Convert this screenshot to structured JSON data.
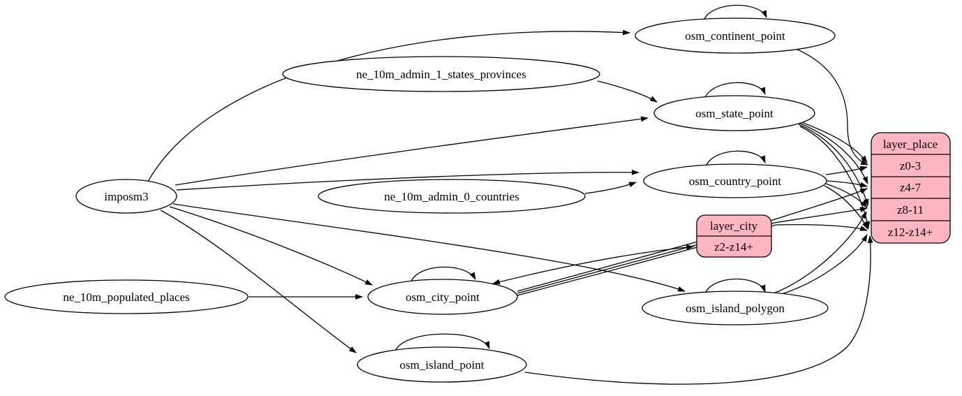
{
  "diagram": {
    "type": "graphviz-etl-dataflow",
    "background": "#ffffff",
    "colors": {
      "table_fill": "#ffffff",
      "layer_fill": "#ffb6c1",
      "stroke": "#000000",
      "text": "#000000"
    },
    "nodes": {
      "imposm3": {
        "label": "imposm3",
        "shape": "ellipse"
      },
      "ne_10m_admin_1_states_provinces": {
        "label": "ne_10m_admin_1_states_provinces",
        "shape": "ellipse"
      },
      "ne_10m_admin_0_countries": {
        "label": "ne_10m_admin_0_countries",
        "shape": "ellipse"
      },
      "ne_10m_populated_places": {
        "label": "ne_10m_populated_places",
        "shape": "ellipse"
      },
      "osm_continent_point": {
        "label": "osm_continent_point",
        "shape": "ellipse",
        "self_loop": true
      },
      "osm_state_point": {
        "label": "osm_state_point",
        "shape": "ellipse",
        "self_loop": true
      },
      "osm_country_point": {
        "label": "osm_country_point",
        "shape": "ellipse",
        "self_loop": true
      },
      "osm_city_point": {
        "label": "osm_city_point",
        "shape": "ellipse",
        "self_loop": true
      },
      "osm_island_polygon": {
        "label": "osm_island_polygon",
        "shape": "ellipse",
        "self_loop": true
      },
      "osm_island_point": {
        "label": "osm_island_point",
        "shape": "ellipse",
        "self_loop": true
      }
    },
    "layers": {
      "layer_city": {
        "title": "layer_city",
        "rows": [
          "z2-z14+"
        ]
      },
      "layer_place": {
        "title": "layer_place",
        "rows": [
          "z0-3",
          "z4-7",
          "z8-11",
          "z12-z14+"
        ]
      }
    },
    "edges": [
      {
        "from": "imposm3",
        "to": "osm_continent_point"
      },
      {
        "from": "imposm3",
        "to": "osm_state_point"
      },
      {
        "from": "imposm3",
        "to": "osm_country_point"
      },
      {
        "from": "imposm3",
        "to": "osm_city_point"
      },
      {
        "from": "imposm3",
        "to": "osm_island_polygon"
      },
      {
        "from": "imposm3",
        "to": "osm_island_point"
      },
      {
        "from": "ne_10m_admin_1_states_provinces",
        "to": "osm_state_point"
      },
      {
        "from": "ne_10m_admin_0_countries",
        "to": "osm_country_point"
      },
      {
        "from": "ne_10m_populated_places",
        "to": "osm_city_point"
      },
      {
        "from": "osm_continent_point",
        "to": "osm_continent_point",
        "self": true
      },
      {
        "from": "osm_state_point",
        "to": "osm_state_point",
        "self": true
      },
      {
        "from": "osm_country_point",
        "to": "osm_country_point",
        "self": true
      },
      {
        "from": "osm_city_point",
        "to": "osm_city_point",
        "self": true
      },
      {
        "from": "osm_island_polygon",
        "to": "osm_island_polygon",
        "self": true
      },
      {
        "from": "osm_island_point",
        "to": "osm_island_point",
        "self": true
      },
      {
        "from": "osm_continent_point",
        "to": "layer_place.z0-3"
      },
      {
        "from": "osm_state_point",
        "to": "layer_place.z0-3"
      },
      {
        "from": "osm_state_point",
        "to": "layer_place.z4-7"
      },
      {
        "from": "osm_state_point",
        "to": "layer_place.z8-11"
      },
      {
        "from": "osm_state_point",
        "to": "layer_place.z12-z14+"
      },
      {
        "from": "osm_country_point",
        "to": "layer_place.z0-3"
      },
      {
        "from": "osm_country_point",
        "to": "layer_place.z4-7"
      },
      {
        "from": "osm_country_point",
        "to": "layer_place.z8-11"
      },
      {
        "from": "osm_country_point",
        "to": "layer_place.z12-z14+"
      },
      {
        "from": "osm_city_point",
        "to": "layer_city.z2-z14+",
        "bidirectional": true
      },
      {
        "from": "osm_city_point",
        "to": "layer_place.z4-7"
      },
      {
        "from": "osm_city_point",
        "to": "layer_place.z8-11"
      },
      {
        "from": "osm_city_point",
        "to": "layer_place.z12-z14+"
      },
      {
        "from": "osm_island_polygon",
        "to": "layer_place.z8-11"
      },
      {
        "from": "osm_island_polygon",
        "to": "layer_place.z12-z14+"
      },
      {
        "from": "osm_island_point",
        "to": "layer_place.z12-z14+"
      }
    ]
  }
}
